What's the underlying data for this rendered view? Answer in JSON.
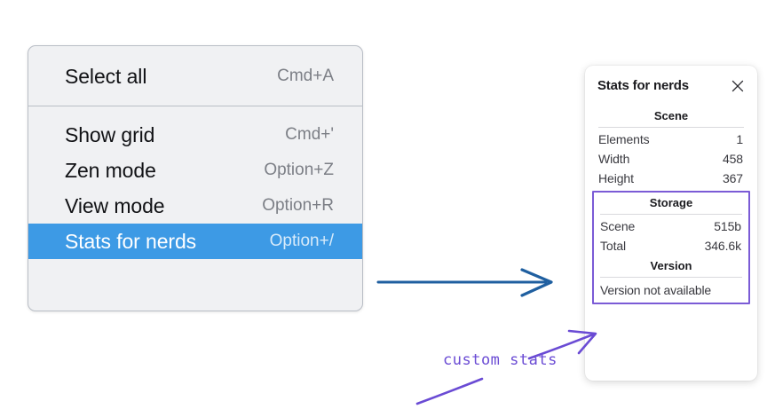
{
  "context_menu": {
    "groups": [
      {
        "items": [
          {
            "label": "Select all",
            "accel": "Cmd+A",
            "selected": false
          }
        ]
      },
      {
        "items": [
          {
            "label": "Show grid",
            "accel": "Cmd+'",
            "selected": false
          },
          {
            "label": "Zen mode",
            "accel": "Option+Z",
            "selected": false
          },
          {
            "label": "View mode",
            "accel": "Option+R",
            "selected": false
          },
          {
            "label": "Stats for nerds",
            "accel": "Option+/",
            "selected": true
          }
        ]
      }
    ],
    "highlight_color": "#3d9ae5",
    "background_color": "#f0f1f3"
  },
  "stats_panel": {
    "title": "Stats for nerds",
    "close_icon": "close-icon",
    "sections": [
      {
        "title": "Scene",
        "rows": [
          {
            "key": "Elements",
            "value": "1"
          },
          {
            "key": "Width",
            "value": "458"
          },
          {
            "key": "Height",
            "value": "367"
          }
        ]
      },
      {
        "title": "Storage",
        "rows": [
          {
            "key": "Scene",
            "value": "515b"
          },
          {
            "key": "Total",
            "value": "346.6k"
          }
        ]
      },
      {
        "title": "Version",
        "note": "Version not available"
      }
    ],
    "highlight_box_color": "#7b5bd6"
  },
  "annotations": {
    "label": "custom stats",
    "label_color": "#6a4bd4",
    "arrow_color": "#1f5fa0"
  }
}
